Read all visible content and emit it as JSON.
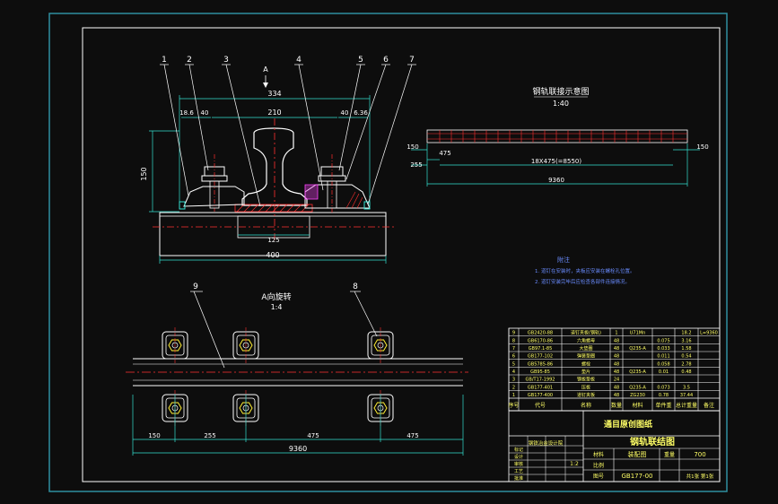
{
  "part_labels": [
    "1",
    "2",
    "3",
    "4",
    "5",
    "6",
    "7"
  ],
  "plan_part_labels": [
    "9",
    "8"
  ],
  "section_arrow_label": "A",
  "section_dims": {
    "overall": "334",
    "top_rail": "210",
    "left_a": "18.6",
    "left_b": "40",
    "right_a": "40",
    "right_b": "6.36",
    "height": "150",
    "base_inner": "125",
    "base_total": "400"
  },
  "schematic": {
    "title": "钢轨联接示意图",
    "scale": "1:40",
    "dim_left_top": "150",
    "dim_left_bottom": "255",
    "dim_gap": "475",
    "dim_series": "18X475(=8550)",
    "dim_right": "150",
    "dim_total": "9360"
  },
  "notes": {
    "title": "附注",
    "line1": "1. 道钉在安装时，夹板应安装在螺栓孔位置。",
    "line2": "2. 道钉安装完毕后应检查各部件连接情况。"
  },
  "plan_view": {
    "title": "A向旋转",
    "scale": "1:4",
    "dims": [
      "150",
      "255",
      "475",
      "475"
    ],
    "total": "9360"
  },
  "bom": {
    "rows": [
      [
        "9",
        "GB2420-88",
        "道钉夹板(钢轨)",
        "1",
        "U71Mn",
        "",
        "18.2",
        "L=9360"
      ],
      [
        "8",
        "GB6170-86",
        "六角螺母",
        "48",
        "",
        "0.075",
        "3.16",
        ""
      ],
      [
        "7",
        "GB97.1-85",
        "大垫圈",
        "48",
        "Q235-A",
        "0.033",
        "1.58",
        ""
      ],
      [
        "6",
        "GB177-102",
        "弹簧垫圈",
        "48",
        "",
        "0.011",
        "0.54",
        ""
      ],
      [
        "5",
        "GB5785-86",
        "螺栓",
        "48",
        "",
        "0.058",
        "2.78",
        ""
      ],
      [
        "4",
        "GB95-85",
        "垫片",
        "48",
        "Q235-A",
        "0.01",
        "0.48",
        ""
      ],
      [
        "3",
        "GB/T17-1992",
        "钢板垫板",
        "24",
        "",
        "",
        "",
        ""
      ],
      [
        "2",
        "GB177-401",
        "压板",
        "48",
        "Q235-A",
        "0.073",
        "3.5",
        ""
      ],
      [
        "1",
        "GB177-400",
        "道钉夹板",
        "48",
        "ZG230",
        "0.78",
        "37.44",
        ""
      ]
    ],
    "header": [
      "序号",
      "代号",
      "名称",
      "数量",
      "材料",
      "单件重",
      "总计重量",
      "备注"
    ],
    "project_title": "通目原创图纸",
    "drawing_title": "钢轨联结图",
    "drawing_no": "GB177-00",
    "material_label": "材料",
    "material_value": "装配图",
    "weight_label": "重量",
    "weight_value": "700",
    "scale_label": "比例",
    "scale_value": "1:2",
    "company_label": "钢铁冶金设计院",
    "sign_rows": [
      "标记",
      "设计",
      "审核",
      "工艺",
      "批准"
    ],
    "sheet_label": "图号",
    "sheet_no": "共1张 第1张"
  },
  "colors": {
    "background": "#0d0d0d",
    "frame": "#ffffff",
    "outer_frame": "#2f8fa0",
    "geometry": "#ffffff",
    "dimension": "#33e0d0",
    "centerline": "#ff3030",
    "leader": "#ffffff",
    "hatch": "#ff3030",
    "yellow": "#ffee33",
    "green": "#22ff33",
    "magenta": "#ff44ff",
    "blue": "#6a8cff"
  }
}
